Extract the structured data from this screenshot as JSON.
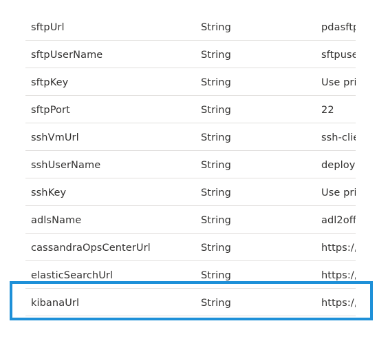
{
  "rows": [
    {
      "name": "sftpUrl",
      "type": "String",
      "value": "pdasftp"
    },
    {
      "name": "sftpUserName",
      "type": "String",
      "value": "sftpuse"
    },
    {
      "name": "sftpKey",
      "type": "String",
      "value": "Use pri"
    },
    {
      "name": "sftpPort",
      "type": "String",
      "value": "22"
    },
    {
      "name": "sshVmUrl",
      "type": "String",
      "value": "ssh-clie"
    },
    {
      "name": "sshUserName",
      "type": "String",
      "value": "deploy"
    },
    {
      "name": "sshKey",
      "type": "String",
      "value": "Use pri"
    },
    {
      "name": "adlsName",
      "type": "String",
      "value": "adl2off"
    },
    {
      "name": "cassandraOpsCenterUrl",
      "type": "String",
      "value": "https:/,"
    },
    {
      "name": "elasticSearchUrl",
      "type": "String",
      "value": "https:/,"
    },
    {
      "name": "kibanaUrl",
      "type": "String",
      "value": "https:/,"
    }
  ],
  "highlight_color": "#1e90d8"
}
